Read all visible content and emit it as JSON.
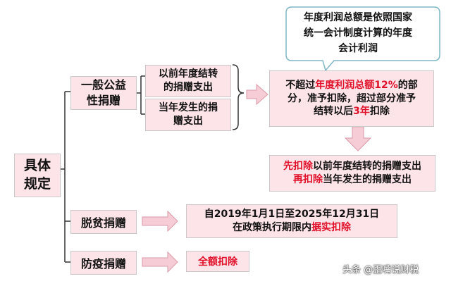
{
  "root": {
    "lines": [
      "具体",
      "规定"
    ]
  },
  "general": {
    "lines": [
      "一般公益",
      "性捐赠"
    ]
  },
  "prior_year": {
    "lines": [
      "以前年度结转",
      "的捐赠支出"
    ]
  },
  "current_year": {
    "lines": [
      "当年发生的捐",
      "赠支出"
    ]
  },
  "callout": {
    "lines": [
      "年度利润总额是依照国家",
      "统一会计制度计算的年度",
      "会计利润"
    ]
  },
  "limit_rule": {
    "l1_a": "不超过",
    "l1_b": "年度利润总额12%",
    "l1_c": "的部",
    "l2": "分，准予扣除，超过部分准予",
    "l3_a": "结转以后",
    "l3_b": "3年",
    "l3_c": "扣除"
  },
  "order_rule": {
    "l1_a": "先扣除",
    "l1_b": "以前年度结转的捐赠支出",
    "l2_a": "再扣除",
    "l2_b": "当年发生的捐赠支出"
  },
  "poverty": {
    "label": "脱贫捐赠"
  },
  "poverty_rule": {
    "l1": "自2019年1月1日至2025年12月31日",
    "l2_a": "在政策执行期限内",
    "l2_b": "据实扣除"
  },
  "epidemic": {
    "label": "防疫捐赠"
  },
  "epidemic_rule": {
    "label": "全额扣除"
  },
  "watermark": "头条 @歪嘴说财税",
  "colors": {
    "box_fill": "#fde4e8",
    "arrow_fill": "#f6cdd6",
    "highlight": "#e0102a"
  }
}
